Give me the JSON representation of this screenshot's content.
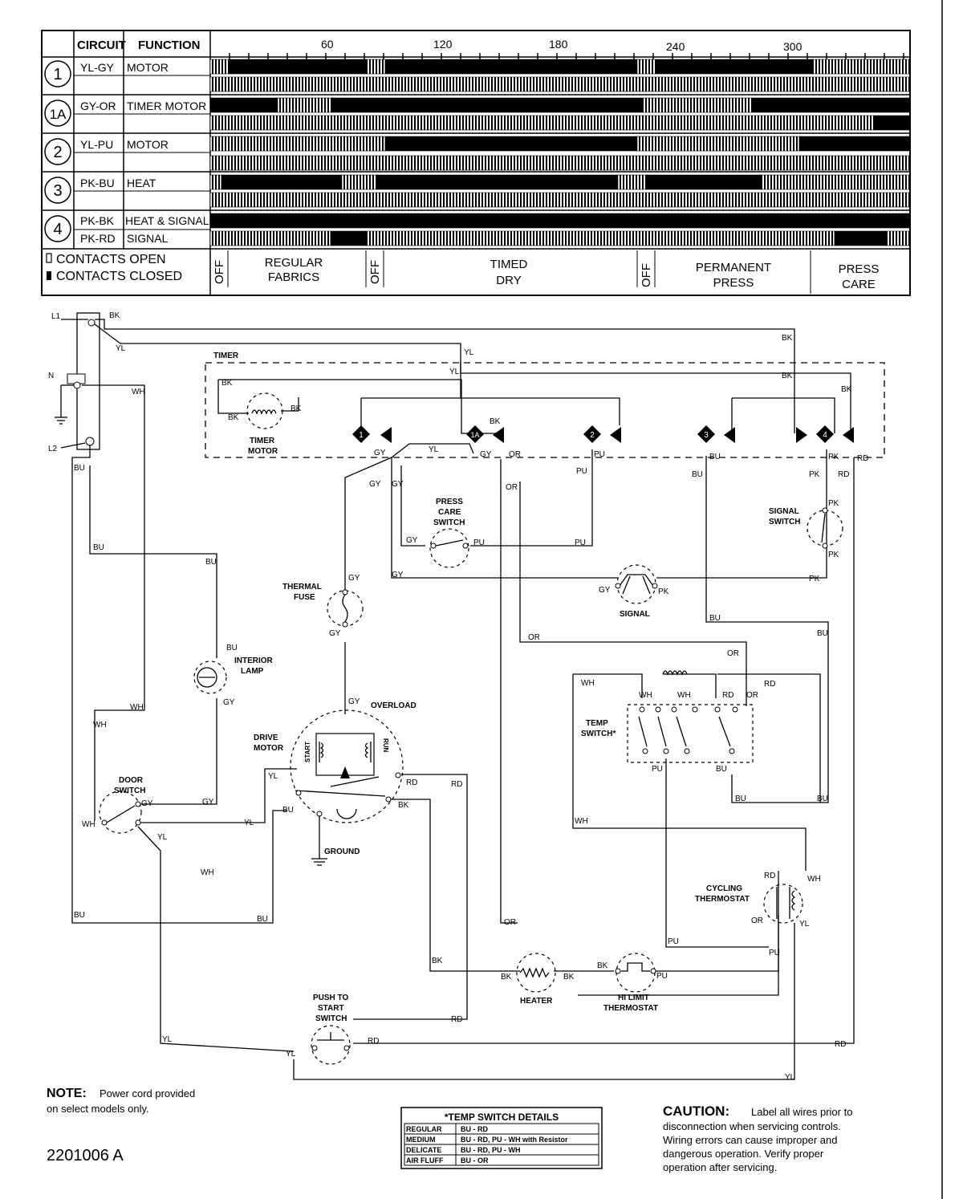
{
  "timer_chart": {
    "headers": {
      "circuit": "CIRCUIT",
      "function": "FUNCTION"
    },
    "time_ticks": [
      "60",
      "120",
      "180",
      "240",
      "300"
    ],
    "rows": [
      {
        "num": "1",
        "circuit": "YL-GY",
        "function": "MOTOR"
      },
      {
        "num": "1A",
        "circuit": "GY-OR",
        "function": "TIMER MOTOR"
      },
      {
        "num": "2",
        "circuit": "YL-PU",
        "function": "MOTOR"
      },
      {
        "num": "3",
        "circuit": "PK-BU",
        "function": "HEAT"
      },
      {
        "num": "4",
        "circuit": "PK-BK",
        "function": "HEAT & SIGNAL"
      },
      {
        "num": "",
        "circuit": "PK-RD",
        "function": "SIGNAL"
      }
    ],
    "legend_open": "CONTACTS OPEN",
    "legend_closed": "CONTACTS CLOSED",
    "off_label": "OFF",
    "modes": [
      {
        "line1": "REGULAR",
        "line2": "FABRICS"
      },
      {
        "line1": "TIMED",
        "line2": "DRY"
      },
      {
        "line1": "PERMANENT",
        "line2": "PRESS"
      },
      {
        "line1": "PRESS",
        "line2": "CARE"
      }
    ]
  },
  "components": {
    "timer": "TIMER",
    "timer_motor_1": "TIMER",
    "timer_motor_2": "MOTOR",
    "press_care_1": "PRESS",
    "press_care_2": "CARE",
    "press_care_3": "SWITCH",
    "signal_switch_1": "SIGNAL",
    "signal_switch_2": "SWITCH",
    "signal": "SIGNAL",
    "thermal_fuse_1": "THERMAL",
    "thermal_fuse_2": "FUSE",
    "interior_lamp_1": "INTERIOR",
    "interior_lamp_2": "LAMP",
    "overload": "OVERLOAD",
    "drive_motor_1": "DRIVE",
    "drive_motor_2": "MOTOR",
    "start": "START",
    "run": "RUN",
    "door_switch_1": "DOOR",
    "door_switch_2": "SWITCH",
    "ground": "GROUND",
    "temp_switch_1": "TEMP",
    "temp_switch_2": "SWITCH*",
    "cycling_thermostat_1": "CYCLING",
    "cycling_thermostat_2": "THERMOSTAT",
    "heater": "HEATER",
    "hi_limit_1": "HI LIMIT",
    "hi_limit_2": "THERMOSTAT",
    "push_start_1": "PUSH TO",
    "push_start_2": "START",
    "push_start_3": "SWITCH"
  },
  "terminals": {
    "L1": "L1",
    "N": "N",
    "L2": "L2"
  },
  "contact_markers": [
    "1",
    "1A",
    "2",
    "3",
    "4"
  ],
  "wire_colors": {
    "BK": "BK",
    "YL": "YL",
    "WH": "WH",
    "BU": "BU",
    "GY": "GY",
    "OR": "OR",
    "PU": "PU",
    "PK": "PK",
    "RD": "RD"
  },
  "note": {
    "label": "NOTE:",
    "line1": "Power cord provided",
    "line2": "on select models only."
  },
  "part_number": "2201006 A",
  "temp_switch_details": {
    "title": "*TEMP SWITCH DETAILS",
    "rows": [
      {
        "setting": "REGULAR",
        "wiring": "BU - RD"
      },
      {
        "setting": "MEDIUM",
        "wiring": "BU - RD, PU - WH with Resistor"
      },
      {
        "setting": "DELICATE",
        "wiring": "BU - RD, PU - WH"
      },
      {
        "setting": "AIR FLUFF",
        "wiring": "BU - OR"
      }
    ]
  },
  "caution": {
    "label": "CAUTION:",
    "line1": "Label all wires prior to",
    "line2": "disconnection when servicing controls.",
    "line3": "Wiring errors can cause improper and",
    "line4": "dangerous operation. Verify proper",
    "line5": "operation after servicing."
  }
}
